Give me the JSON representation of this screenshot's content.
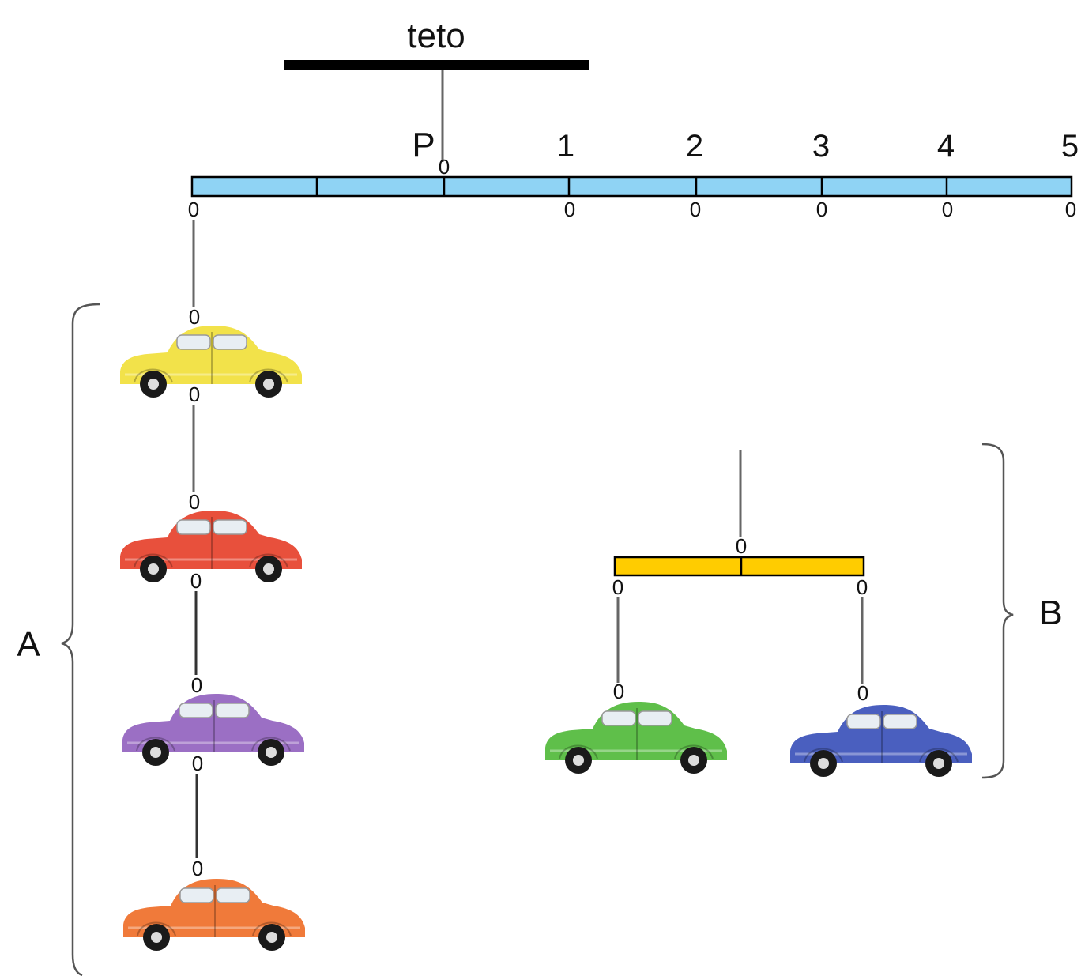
{
  "ceiling": {
    "label": "teto"
  },
  "main_bar": {
    "pivot_label": "P",
    "position_labels": [
      "1",
      "2",
      "3",
      "4",
      "5"
    ],
    "bar_color": "#8fd3f4"
  },
  "sub_bar": {
    "bar_color": "#ffcc00"
  },
  "group_labels": {
    "a": "A",
    "b": "B"
  },
  "hook_glyph": "0",
  "cars": {
    "group_a": [
      {
        "name": "yellow-car",
        "color": "#f2e24a"
      },
      {
        "name": "red-car",
        "color": "#e8503c"
      },
      {
        "name": "purple-car",
        "color": "#9b6fc4"
      },
      {
        "name": "orange-car",
        "color": "#f07a3a"
      }
    ],
    "group_b": [
      {
        "name": "green-car",
        "color": "#5fbf4a"
      },
      {
        "name": "blue-car",
        "color": "#4a5fbf"
      }
    ]
  }
}
